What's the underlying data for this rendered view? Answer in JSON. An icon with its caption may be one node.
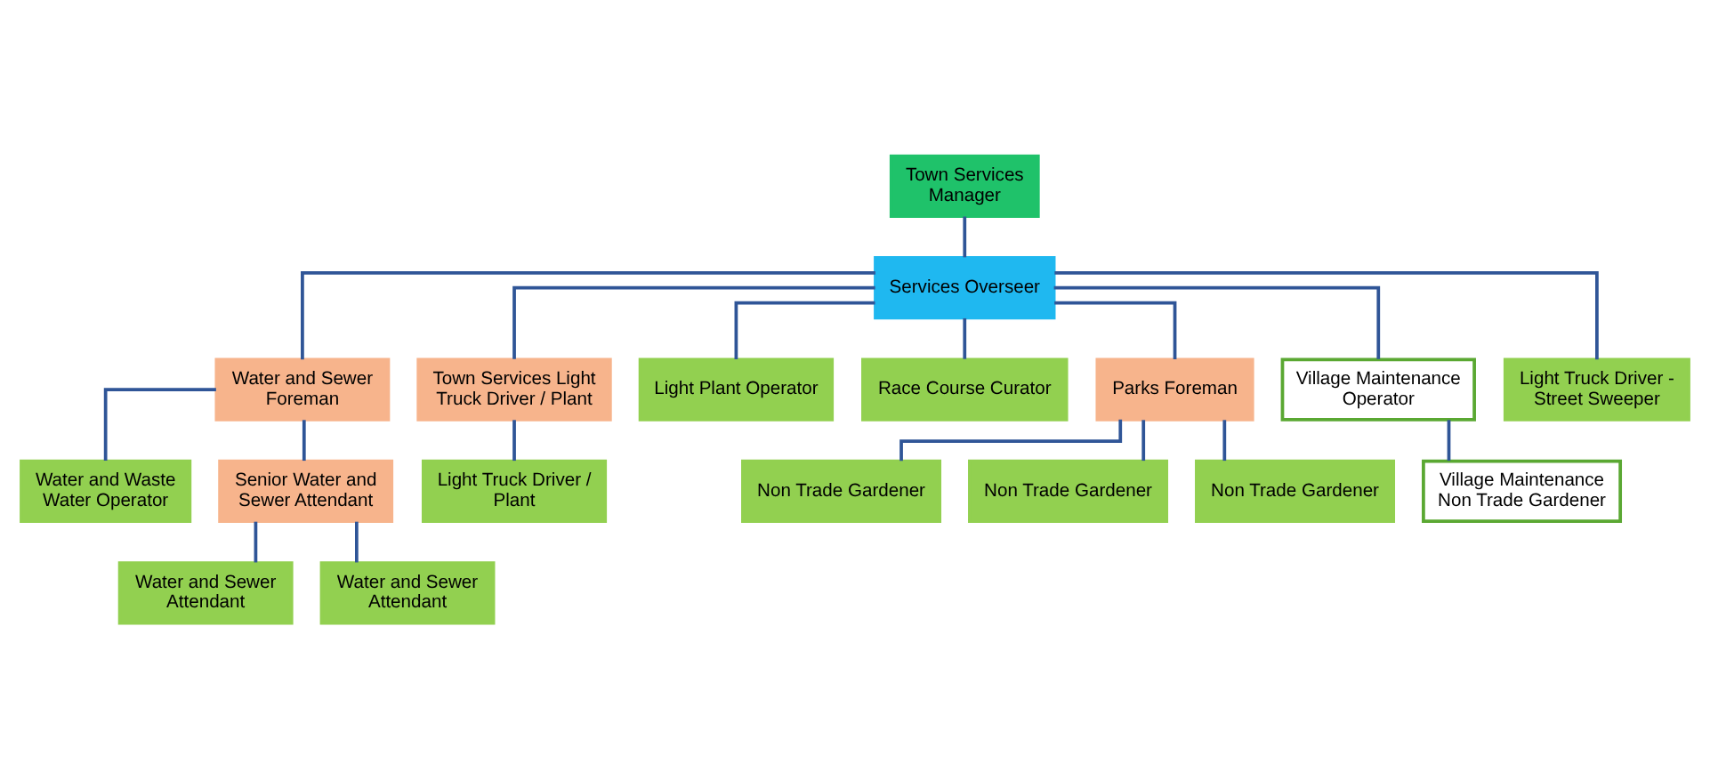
{
  "diagram": {
    "nodes": [
      {
        "text": [
          "Town Services Manager"
        ]
      },
      {
        "text": [
          "Services Overseer"
        ]
      },
      {
        "text": [
          "Water and Sewer Foreman"
        ]
      },
      {
        "text": [
          "Town Services Light Truck Driver / Plant"
        ]
      },
      {
        "text": [
          "Light Plant Operator"
        ]
      },
      {
        "text": [
          "Race Course Curator"
        ]
      },
      {
        "text": [
          "Parks Foreman"
        ]
      },
      {
        "text": [
          "Village Maintenance Operator"
        ]
      },
      {
        "text": [
          "Light Truck Driver - Street Sweeper"
        ]
      },
      {
        "text": [
          "Water and Waste Water Operator"
        ]
      },
      {
        "text": [
          "Senior Water and Sewer Attendant"
        ]
      },
      {
        "text": [
          "Light Truck Driver / Plant"
        ]
      },
      {
        "text": [
          "Non Trade Gardener"
        ]
      },
      {
        "text": [
          "Village Maintenance Non Trade Gardener"
        ]
      },
      {
        "text": [
          "Water and Sewer Attendant"
        ]
      },
      {
        "text": [
          "Non Trade Gardener"
        ]
      },
      {
        "text": [
          "Water and Sewer Attendant"
        ]
      },
      {
        "text": [
          "Non Trade Gardener"
        ]
      }
    ],
    "edges": [
      {
        "from": 0,
        "to": 1,
        "arrow": "none"
      },
      {
        "from": 1,
        "to": 2,
        "arrow": "none"
      },
      {
        "from": 1,
        "to": 3,
        "arrow": "none"
      },
      {
        "from": 1,
        "to": 4,
        "arrow": "none"
      },
      {
        "from": 1,
        "to": 5,
        "arrow": "none"
      },
      {
        "from": 1,
        "to": 6,
        "arrow": "none"
      },
      {
        "from": 1,
        "to": 7,
        "arrow": "none"
      },
      {
        "from": 1,
        "to": 8,
        "arrow": "none"
      },
      {
        "from": 2,
        "to": 9,
        "arrow": "none"
      },
      {
        "from": 2,
        "to": 10,
        "arrow": "none"
      },
      {
        "from": 3,
        "to": 11,
        "arrow": "none"
      },
      {
        "from": 6,
        "to": 12,
        "arrow": "none"
      },
      {
        "from": 6,
        "to": 15,
        "arrow": "none"
      },
      {
        "from": 6,
        "to": 17,
        "arrow": "none"
      },
      {
        "from": 7,
        "to": 13,
        "arrow": "none"
      },
      {
        "from": 10,
        "to": 14,
        "arrow": "none"
      },
      {
        "from": 10,
        "to": 16,
        "arrow": "none"
      }
    ]
  }
}
